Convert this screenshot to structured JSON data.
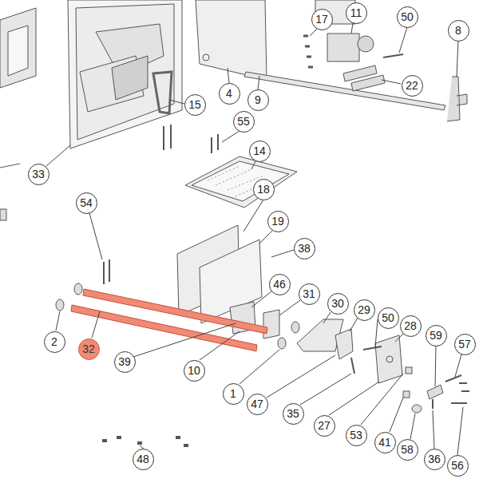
{
  "diagram": {
    "labels": [
      "17",
      "11",
      "50",
      "8",
      "22",
      "4",
      "9",
      "15",
      "55",
      "14",
      "33",
      "18",
      "54",
      "19",
      "38",
      "46",
      "31",
      "30",
      "29",
      "50",
      "28",
      "2",
      "32",
      "59",
      "39",
      "57",
      "10",
      "1",
      "47",
      "35",
      "27",
      "53",
      "41",
      "58",
      "36",
      "56",
      "48"
    ]
  }
}
